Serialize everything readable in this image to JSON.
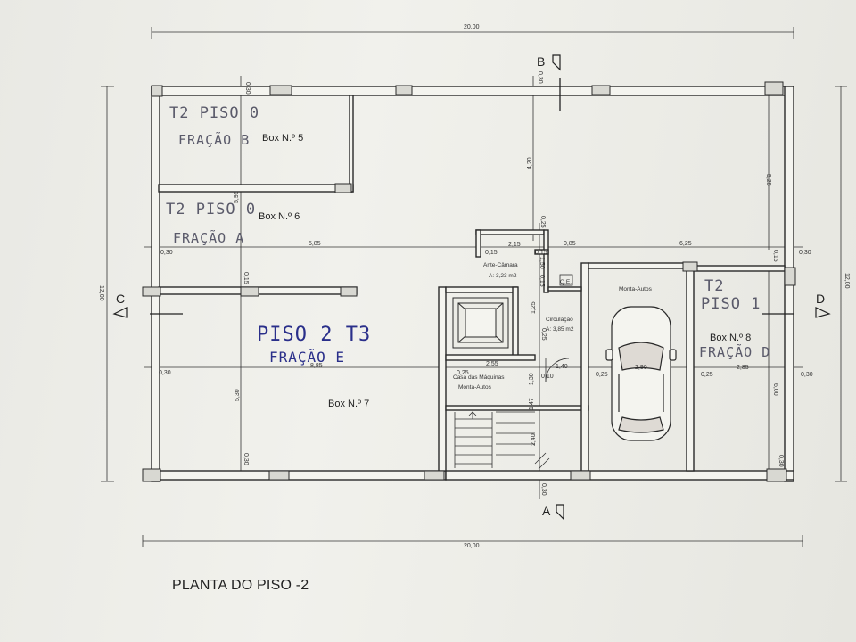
{
  "title": "PLANTA DO PISO -2",
  "sections": {
    "b": "B",
    "a": "A",
    "c": "C",
    "d": "D"
  },
  "dims": {
    "top_total": "20,00",
    "bottom_total": "20,00",
    "left_total": "12,00",
    "right_total": "12,00",
    "d030_top_left": "0,30",
    "d030_top_mid": "0,30",
    "d595": "5,95",
    "d015_left": "0,15",
    "d585": "5,85",
    "d030_left_row": "0,30",
    "d885": "8,85",
    "d030_left_row2": "0,30",
    "d530": "5,30",
    "d030_bottom_left": "0,30",
    "d420": "4,20",
    "d025_a": "0,25",
    "d215": "2,15",
    "d015_a": "0,15",
    "d015_b": "0,15",
    "d150": "1,50",
    "d015_c": "0,15",
    "d085": "0,85",
    "d625": "6,25",
    "d525": "5,25",
    "d015_right": "0,15",
    "d030_right_row": "0,30",
    "d125": "1,25",
    "d025_b": "0,25",
    "d255": "2,55",
    "d025_c": "0,25",
    "d140": "1,40",
    "d010": "0,10",
    "d025_d": "0,25",
    "d290": "2,90",
    "d025_e": "0,25",
    "d285": "2,85",
    "d030_right_row2": "0,30",
    "d600": "6,00",
    "d030_right_bottom": "0,30",
    "d030_bottom_mid": "0,30",
    "d147": "1,47",
    "d240": "2,40",
    "d130": "1,30"
  },
  "rooms": {
    "box5": "Box N.º 5",
    "box6": "Box N.º 6",
    "box7": "Box N.º 7",
    "box8": "Box N.º 8",
    "ante_camara": "Ante-Câmara",
    "ante_area": "A: 3,23 m2",
    "circulacao": "Circulação",
    "circ_area": "A: 3,85 m2",
    "casa_maquinas_1": "Casa das Máquinas",
    "casa_maquinas_2": "Monta-Autos",
    "monta_autos": "Monta-Autos",
    "qe": "Q.E."
  },
  "handwriting": {
    "b_line1": "T2  PISO 0",
    "b_line2": "FRAÇÃO B",
    "a_line1": "T2  PISO 0",
    "a_line2": "FRAÇÃO A",
    "e_line1": "PISO 2  T3",
    "e_line2": "FRAÇÃO E",
    "d_line1": "T2",
    "d_line2": "PISO 1",
    "d_line3": "FRAÇÃO D"
  },
  "colors": {
    "ink": "#2a2a2a",
    "pen_blue": "#2a2f8a",
    "pencil": "#5a5a6a"
  }
}
